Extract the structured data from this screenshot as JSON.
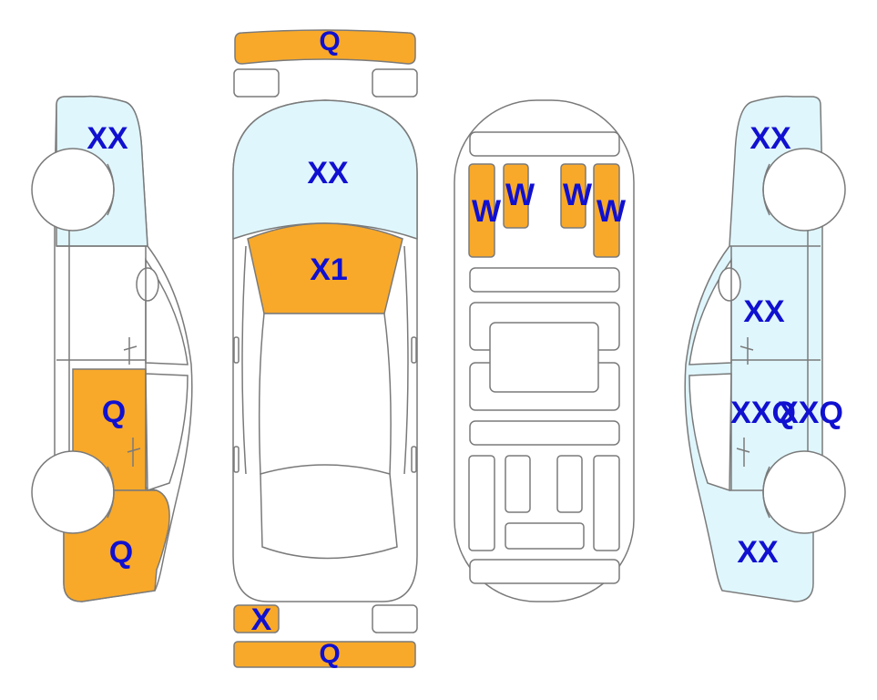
{
  "colors": {
    "orange": "#F8A92A",
    "light_blue": "#DFF6FC",
    "outline": "#7A7A7A",
    "white": "#FFFFFF",
    "label": "#1010D0"
  },
  "views": {
    "left_side": {
      "marks": [
        {
          "text": "XX",
          "fill": "light_blue"
        },
        {
          "text": "Q",
          "fill": "orange"
        },
        {
          "text": "Q",
          "fill": "orange"
        }
      ]
    },
    "top": {
      "marks": [
        {
          "text": "Q",
          "fill": "orange"
        },
        {
          "text": "XX",
          "fill": "light_blue"
        },
        {
          "text": "X1",
          "fill": "orange"
        },
        {
          "text": "X",
          "fill": "orange"
        },
        {
          "text": "Q",
          "fill": "orange"
        }
      ]
    },
    "interior": {
      "marks": [
        {
          "text": "W",
          "fill": "orange"
        },
        {
          "text": "W",
          "fill": "orange"
        },
        {
          "text": "W",
          "fill": "orange"
        },
        {
          "text": "W",
          "fill": "orange"
        }
      ]
    },
    "right_side": {
      "marks": [
        {
          "text": "XX",
          "fill": "light_blue"
        },
        {
          "text": "XX",
          "fill": "light_blue"
        },
        {
          "text": "XXQ",
          "fill": "light_blue"
        },
        {
          "text": "XXQ",
          "fill": "light_blue"
        },
        {
          "text": "XX",
          "fill": "light_blue"
        }
      ]
    }
  }
}
